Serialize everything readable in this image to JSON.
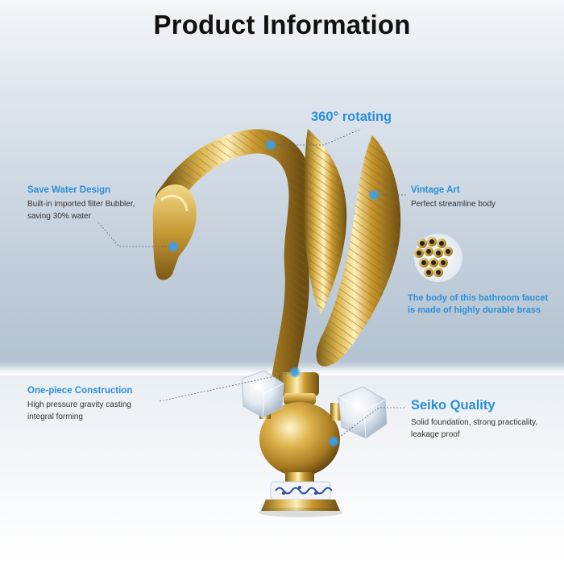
{
  "page": {
    "title": "Product Information"
  },
  "callouts": {
    "rotating": {
      "title": "360° rotating"
    },
    "save_water": {
      "title": "Save Water Design",
      "desc_line1": "Built-in imported filter Bubbler,",
      "desc_line2": "saving 30% water"
    },
    "vintage_art": {
      "title": "Vintage Art",
      "desc": "Perfect streamline body"
    },
    "brass_body": {
      "line1": "The body of this bathroom faucet",
      "line2": "is made of highly durable brass"
    },
    "one_piece": {
      "title": "One-piece Construction",
      "desc_line1": "High pressure gravity casting",
      "desc_line2": "integral forming"
    },
    "seiko": {
      "title": "Seiko Quality",
      "desc_line1": "Solid foundation, strong practicality,",
      "desc_line2": "leakage proof"
    }
  },
  "colors": {
    "accent": "#2b8fd8",
    "title_text": "#111111",
    "gold": "#d4a93c"
  },
  "icons": [
    "callout-dot-icon",
    "brass-pipes-icon"
  ]
}
